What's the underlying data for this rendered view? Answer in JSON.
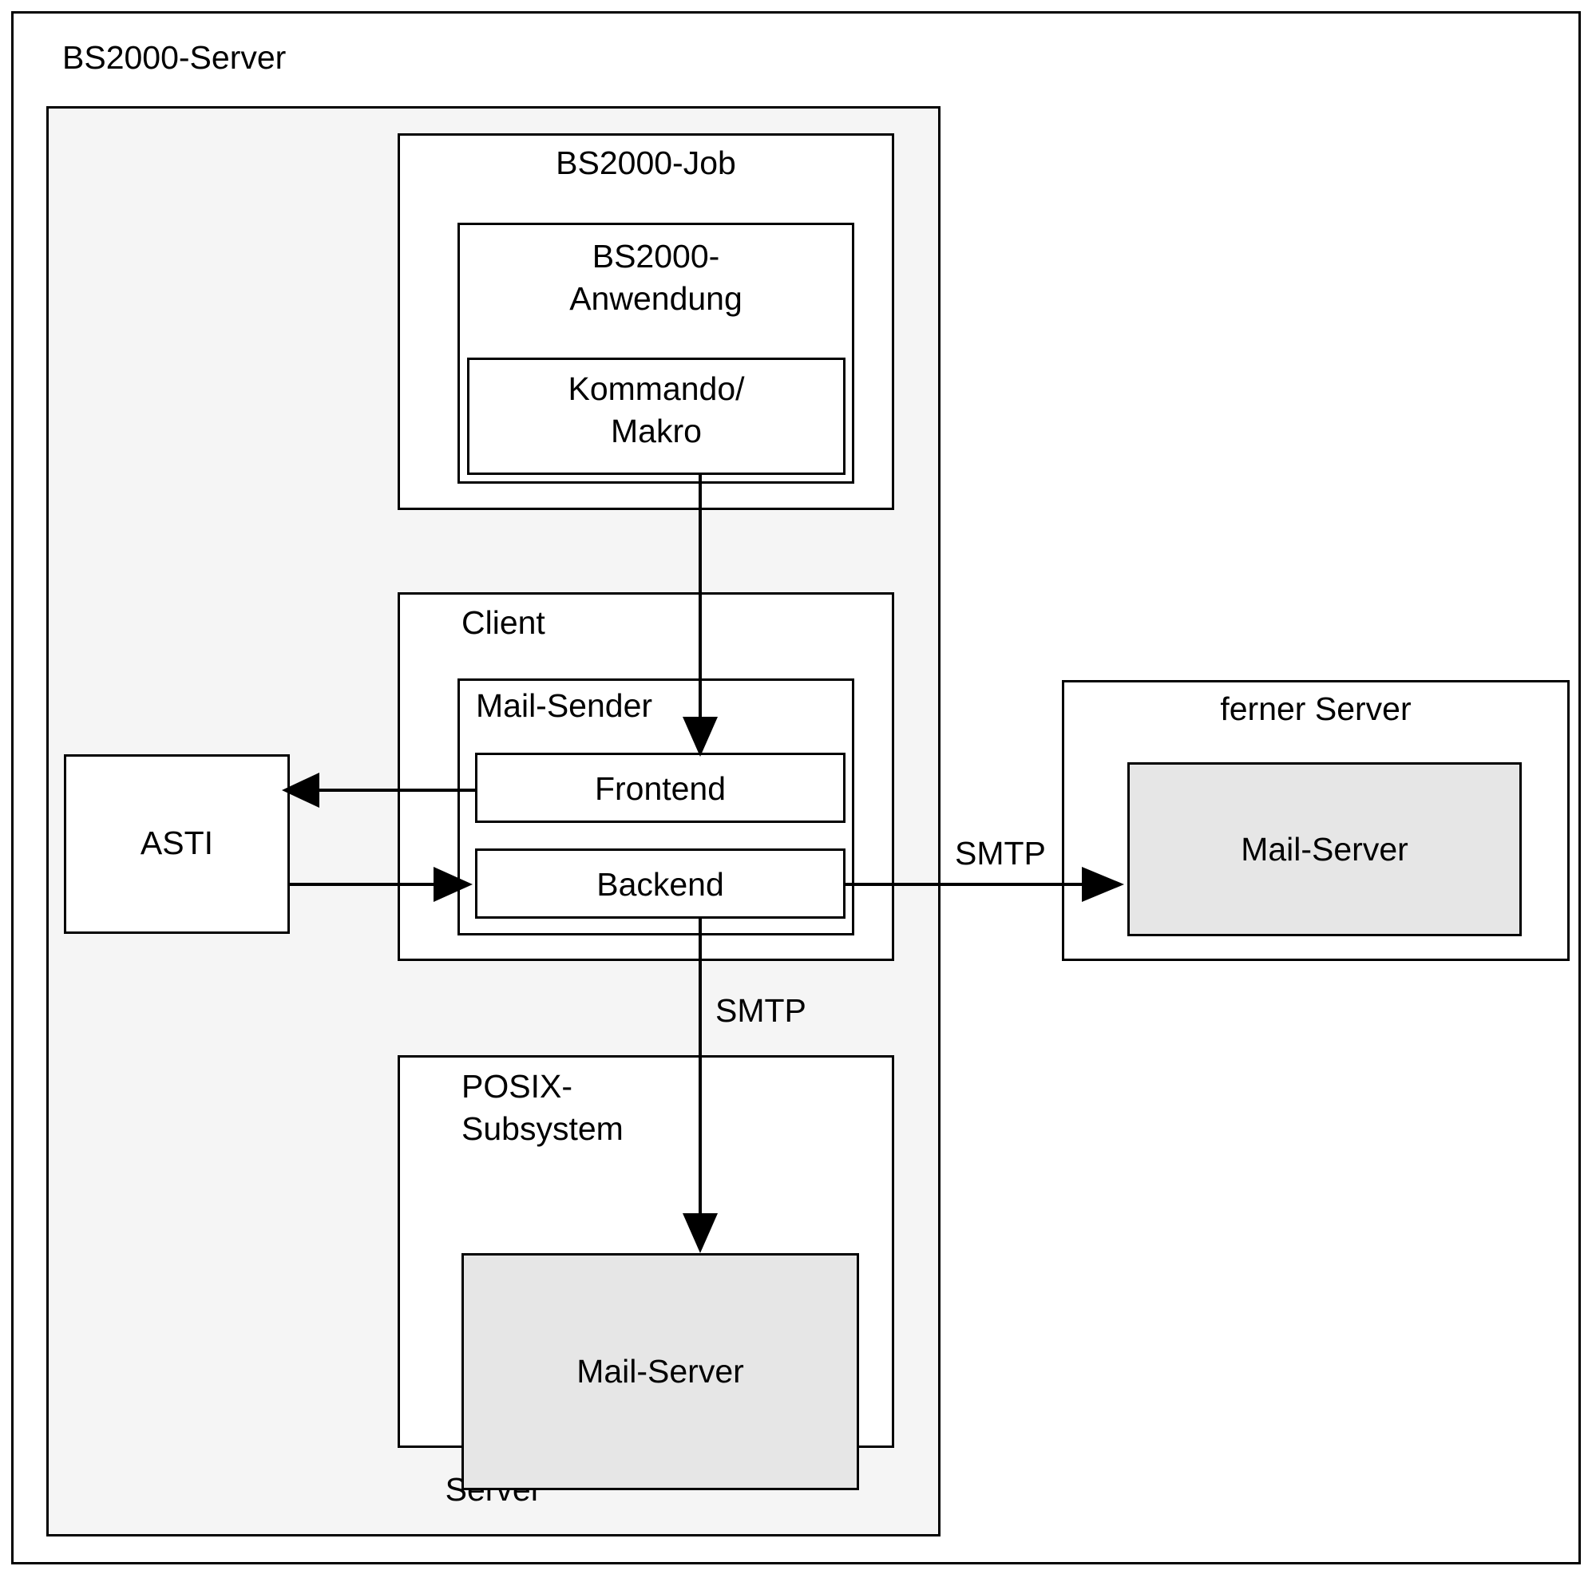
{
  "diagram": {
    "title": "BS2000-Server",
    "outer_frame": {
      "label": "BS2000-Server"
    },
    "server_container": {
      "label": "Server"
    },
    "bs2000_job": {
      "label": "BS2000-Job",
      "anwendung": {
        "label_line1": "BS2000-",
        "label_line2": "Anwendung",
        "kommando": {
          "label_line1": "Kommando/",
          "label_line2": "Makro"
        }
      }
    },
    "client": {
      "label": "Client",
      "mail_sender": {
        "label": "Mail-Sender",
        "frontend": {
          "label": "Frontend"
        },
        "backend": {
          "label": "Backend"
        }
      }
    },
    "asti": {
      "label": "ASTI"
    },
    "posix": {
      "label_line1": "POSIX-",
      "label_line2": "Subsystem",
      "mail_server": {
        "label": "Mail-Server"
      }
    },
    "ferner_server": {
      "label": "ferner Server",
      "mail_server": {
        "label": "Mail-Server"
      }
    },
    "edges": [
      {
        "name": "kommando-to-frontend",
        "label": "",
        "from": "Kommando/Makro",
        "to": "Frontend",
        "direction": "down"
      },
      {
        "name": "frontend-to-asti",
        "label": "",
        "from": "Frontend",
        "to": "ASTI",
        "direction": "left"
      },
      {
        "name": "asti-to-backend",
        "label": "",
        "from": "ASTI",
        "to": "Backend",
        "direction": "right"
      },
      {
        "name": "backend-to-ferner-mailserver",
        "label": "SMTP",
        "from": "Backend",
        "to": "Mail-Server (ferner Server)",
        "direction": "right"
      },
      {
        "name": "backend-to-posix-mailserver",
        "label": "SMTP",
        "from": "Backend",
        "to": "Mail-Server (POSIX-Subsystem)",
        "direction": "down"
      }
    ],
    "edge_labels": {
      "smtp_right": "SMTP",
      "smtp_down": "SMTP"
    },
    "colors": {
      "stroke": "#000000",
      "background": "#ffffff",
      "container_fill": "#f5f5f5",
      "mailserver_fill": "#e6e6e6"
    }
  }
}
